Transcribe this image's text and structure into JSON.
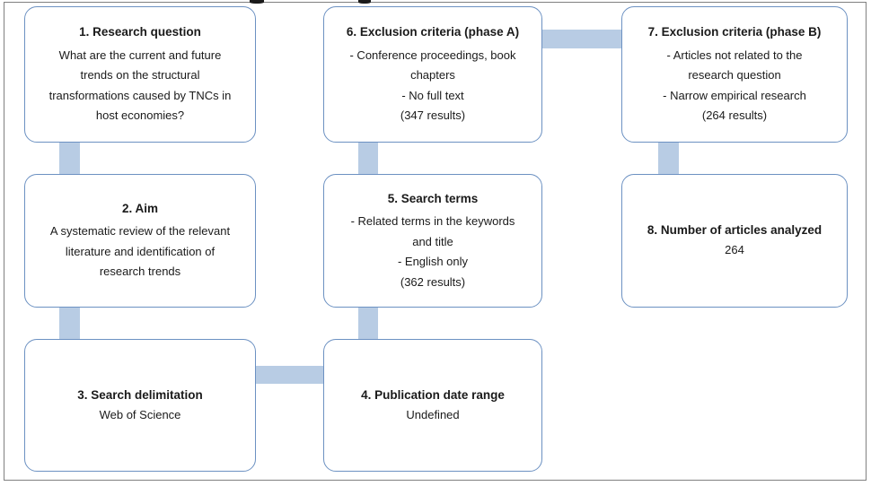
{
  "figure": {
    "type": "flowchart",
    "title_fragment_visible": true,
    "accent_border_color": "#6c91c2",
    "connector_color": "#b8cce4",
    "frame_color": "#808080",
    "background": "#ffffff"
  },
  "boxes": [
    {
      "id": "box-1",
      "heading": "1. Research question",
      "lines": [
        "What are the current and future",
        "trends on the structural",
        "transformations caused by TNCs in",
        "host economies?"
      ]
    },
    {
      "id": "box-2",
      "heading": "2. Aim",
      "lines": [
        "A systematic review of the relevant",
        "literature and identification of",
        "research trends"
      ]
    },
    {
      "id": "box-3",
      "heading": "3. Search delimitation",
      "lines": [
        "Web of Science"
      ]
    },
    {
      "id": "box-4",
      "heading": "4. Publication date range",
      "lines": [
        "Undefined"
      ]
    },
    {
      "id": "box-5",
      "heading": "5. Search terms",
      "lines": [
        "- Related terms in the keywords",
        "and title",
        "- English only",
        "(362 results)"
      ]
    },
    {
      "id": "box-6",
      "heading": "6. Exclusion criteria (phase A)",
      "lines": [
        "- Conference proceedings, book",
        "chapters",
        "- No full text",
        "(347 results)"
      ]
    },
    {
      "id": "box-7",
      "heading": "7. Exclusion criteria (phase B)",
      "lines": [
        "- Articles not related to the",
        "research question",
        "- Narrow empirical research",
        "(264 results)"
      ]
    },
    {
      "id": "box-8",
      "heading": "8. Number of articles analyzed",
      "lines": [
        "264"
      ]
    }
  ],
  "connectors": [
    {
      "id": "connector-1-to-2",
      "orientation": "vertical",
      "from": "box-1",
      "to": "box-2"
    },
    {
      "id": "connector-2-to-3",
      "orientation": "vertical",
      "from": "box-2",
      "to": "box-3"
    },
    {
      "id": "connector-3-to-4",
      "orientation": "horizontal",
      "from": "box-3",
      "to": "box-4"
    },
    {
      "id": "connector-4-to-5",
      "orientation": "vertical",
      "from": "box-4",
      "to": "box-5"
    },
    {
      "id": "connector-5-to-6",
      "orientation": "vertical",
      "from": "box-5",
      "to": "box-6"
    },
    {
      "id": "connector-6-to-7",
      "orientation": "horizontal",
      "from": "box-6",
      "to": "box-7"
    },
    {
      "id": "connector-7-to-8",
      "orientation": "vertical",
      "from": "box-7",
      "to": "box-8"
    }
  ]
}
